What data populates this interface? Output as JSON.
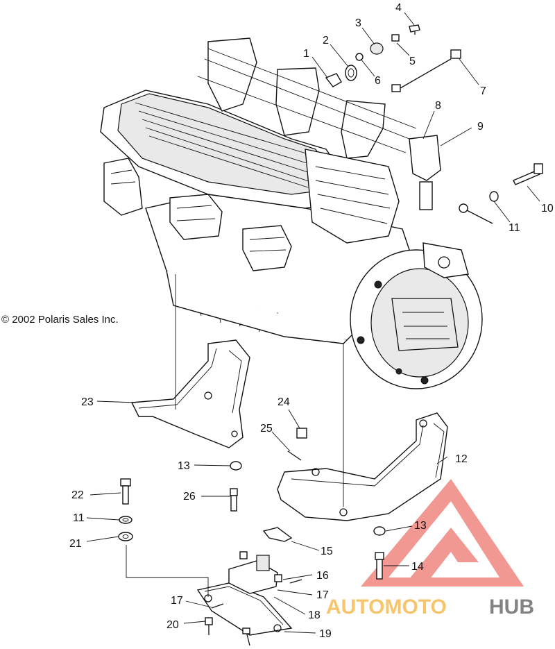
{
  "copyright": "© 2002 Polaris Sales Inc.",
  "watermark": {
    "brand_orange": "AUTOMOTO",
    "brand_grey": "HUB",
    "logo_color": "#e8443a",
    "text_color_orange": "#f5b23a",
    "text_color_grey": "#5a5a5a"
  },
  "callouts": {
    "c1": "1",
    "c2": "2",
    "c3": "3",
    "c4": "4",
    "c5": "5",
    "c6": "6",
    "c7": "7",
    "c8": "8",
    "c9": "9",
    "c10": "10",
    "c11a": "11",
    "c12": "12",
    "c13a": "13",
    "c13b": "13",
    "c14": "14",
    "c15": "15",
    "c16": "16",
    "c17a": "17",
    "c17b": "17",
    "c18": "18",
    "c19": "19",
    "c20": "20",
    "c11b": "11",
    "c21": "21",
    "c22": "22",
    "c23": "23",
    "c24": "24",
    "c25": "25",
    "c26": "26"
  }
}
